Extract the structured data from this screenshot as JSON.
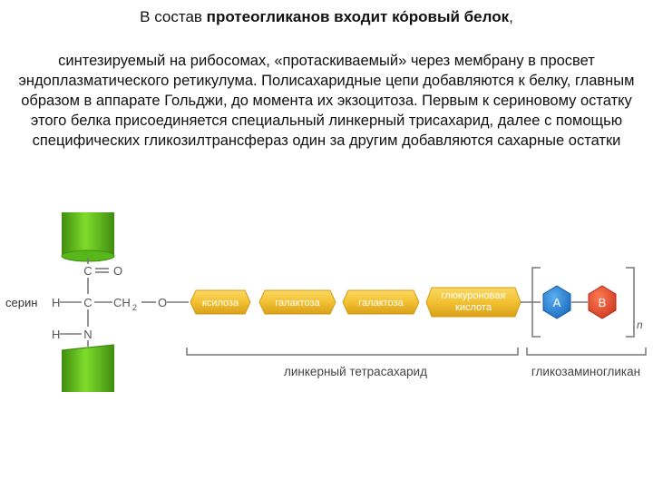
{
  "heading": {
    "prefix": "В состав ",
    "bold": "протеогликанов входит ко́ровый белок",
    "suffix": ","
  },
  "paragraph": "синтезируемый на рибосомах, «протаскиваемый» через мембрану в просвет эндоплазматического ретикулума. Полисахаридные цепи добавляются к белку, главным образом в аппарате Гольджи, до момента их экзоцитоза. Первым к сериновому остатку этого белка присоединяется специальный линкерный трисахарид, далее с помощью специфических гликозилтрансфераз один за другим добавляются сахарные остатки",
  "diagram": {
    "serine_label": "серин",
    "atoms": {
      "c_top": "C",
      "o_top": "O",
      "h_left": "H",
      "c_mid": "C",
      "ch2": "CH",
      "ch2_sub": "2",
      "o_link": "O",
      "h_bottom": "H",
      "n": "N"
    },
    "sugars": [
      {
        "label": "ксилоза"
      },
      {
        "label": "галактоза"
      },
      {
        "label": "галактоза"
      },
      {
        "label": "глюкуроновая кислота",
        "line1": "глюкуроновая",
        "line2": "кислота"
      }
    ],
    "repeat_units": [
      {
        "label": "A",
        "color": "#1f7fd6"
      },
      {
        "label": "B",
        "color": "#e8482c"
      }
    ],
    "repeat_subscript": "n",
    "linker_label": "линкерный тетрасахарид",
    "gag_label": "гликозаминогликан",
    "colors": {
      "protein": "#66c81a",
      "protein_dark": "#3f8d10",
      "sugar": "#f2c132",
      "sugar_edge": "#d49a12",
      "bond": "#7a7a7a"
    }
  }
}
